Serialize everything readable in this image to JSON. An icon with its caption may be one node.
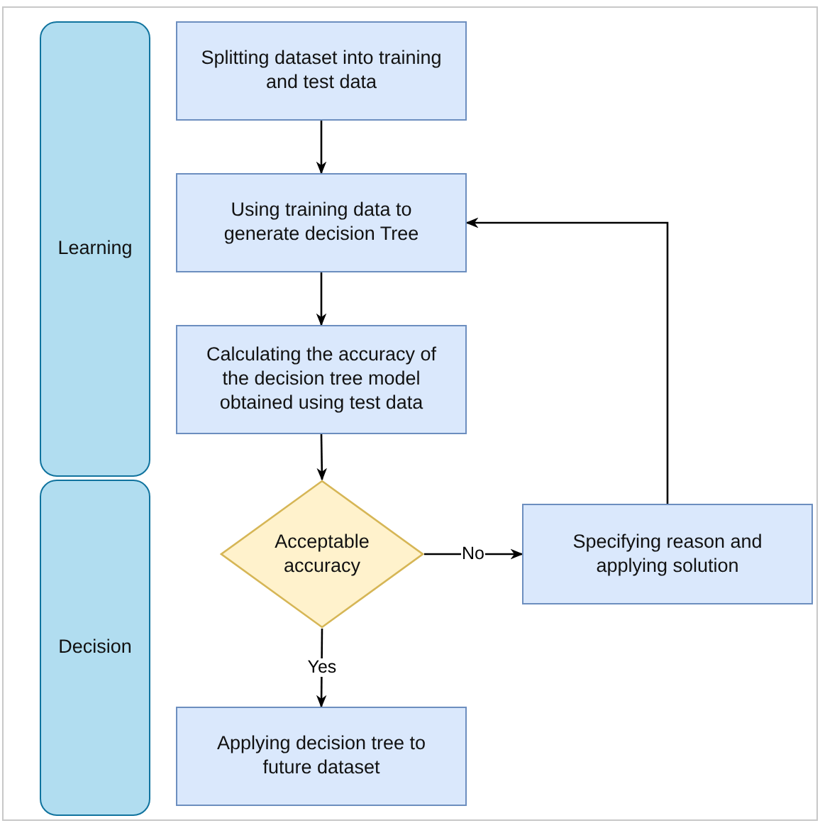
{
  "diagram": {
    "nodes": [
      {
        "text": [
          "Learning"
        ]
      },
      {
        "text": [
          "Splitting dataset into training and test data"
        ]
      },
      {
        "text": [
          "Using training data to generate decision Tree"
        ]
      },
      {
        "text": [
          "Calculating the accuracy of the decision tree model obtained using test data"
        ]
      },
      {
        "text": [
          "Decision"
        ]
      },
      {
        "text": [
          "Acceptable accuracy"
        ]
      },
      {
        "text": [
          "Specifying reason and applying solution"
        ]
      },
      {
        "text": [
          "Applying decision tree to future dataset"
        ]
      }
    ],
    "edges": [
      {
        "from": 1,
        "to": 2,
        "arrow": "to"
      },
      {
        "from": 2,
        "to": 3,
        "arrow": "to"
      },
      {
        "from": 3,
        "to": 5,
        "arrow": "to"
      },
      {
        "from": 5,
        "to": 6,
        "arrow": "to",
        "label": "No"
      },
      {
        "from": 6,
        "to": 2,
        "arrow": "to"
      },
      {
        "from": 5,
        "to": 7,
        "arrow": "to",
        "label": "Yes"
      }
    ]
  }
}
